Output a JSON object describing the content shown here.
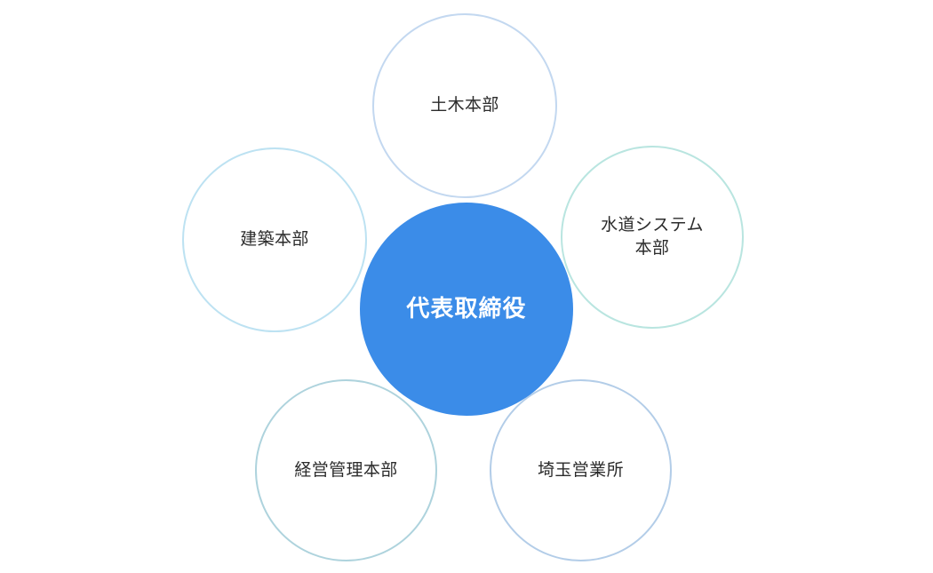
{
  "diagram": {
    "type": "radial-org-chart",
    "background_color": "#ffffff",
    "center": {
      "id": "center",
      "label": "代表取締役",
      "fill_color": "#3b8ce8",
      "text_color": "#ffffff"
    },
    "nodes": [
      {
        "id": "top",
        "label": "土木本部",
        "border_color": "#c3d8f0",
        "fill_color": "#ffffff",
        "text_color": "#2b2b2b"
      },
      {
        "id": "right",
        "label": "水道システム\n本部",
        "border_color": "#b9e5e0",
        "fill_color": "#ffffff",
        "text_color": "#2b2b2b"
      },
      {
        "id": "left",
        "label": "建築本部",
        "border_color": "#bde2f2",
        "fill_color": "#ffffff",
        "text_color": "#2b2b2b"
      },
      {
        "id": "bottomleft",
        "label": "経営管理本部",
        "border_color": "#aed3dd",
        "fill_color": "#ffffff",
        "text_color": "#2b2b2b"
      },
      {
        "id": "bottomright",
        "label": "埼玉営業所",
        "border_color": "#b3cde8",
        "fill_color": "#ffffff",
        "text_color": "#2b2b2b"
      }
    ]
  }
}
